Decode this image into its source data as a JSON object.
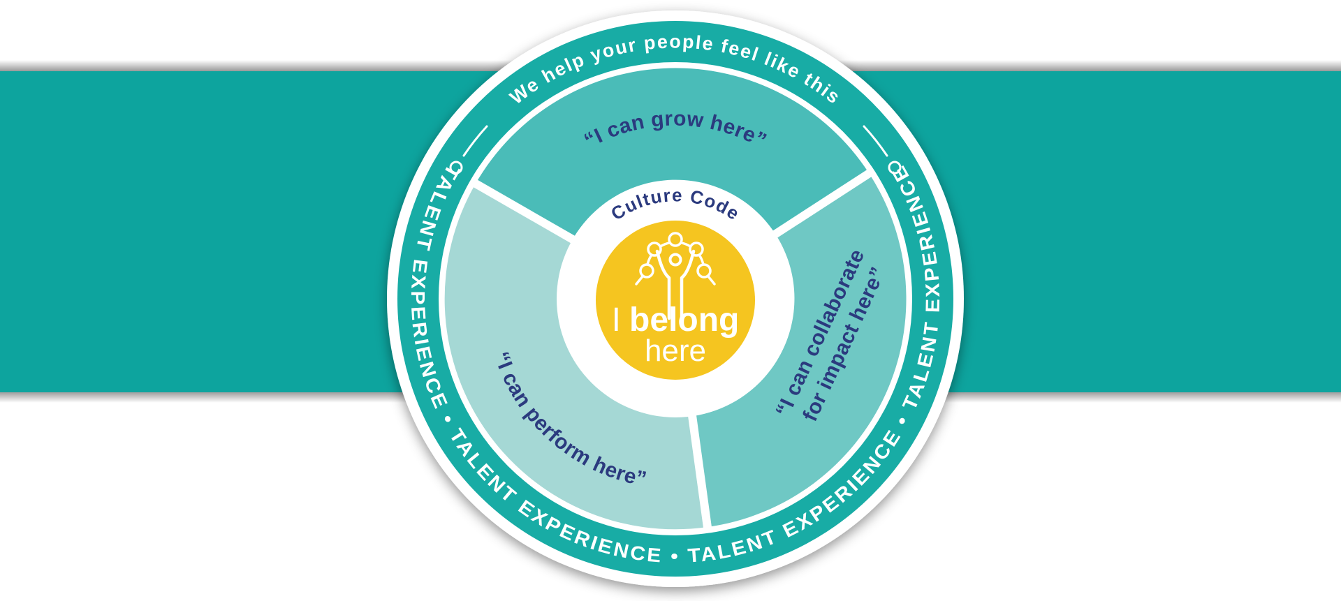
{
  "colors": {
    "band": "#0DA49E",
    "ring": "#18ACA5",
    "segment_grow": "#4ABCB8",
    "segment_collaborate": "#6FC8C4",
    "segment_perform": "#A5D8D5",
    "center_yellow": "#F5C520",
    "navy": "#2B3A7E",
    "white": "#FFFFFF"
  },
  "outer_ring": {
    "headline": "We help your people feel like this",
    "band_text": "TALENT EXPERIENCE  •  TALENT EXPERIENCE  •  TALENT EXPERIENCE  •  TALENT EXPERIENCE"
  },
  "segments": {
    "grow": {
      "label": "“I can grow here”"
    },
    "collaborate": {
      "label_line1": "“I can collaborate",
      "label_line2": "for impact here”"
    },
    "perform": {
      "label": "“I can perform here”"
    }
  },
  "center": {
    "eyebrow": "Culture Code",
    "statement_prefix": "I",
    "statement_bold": "belong",
    "statement_line2": "here",
    "icon": "community-belonging-icon"
  }
}
